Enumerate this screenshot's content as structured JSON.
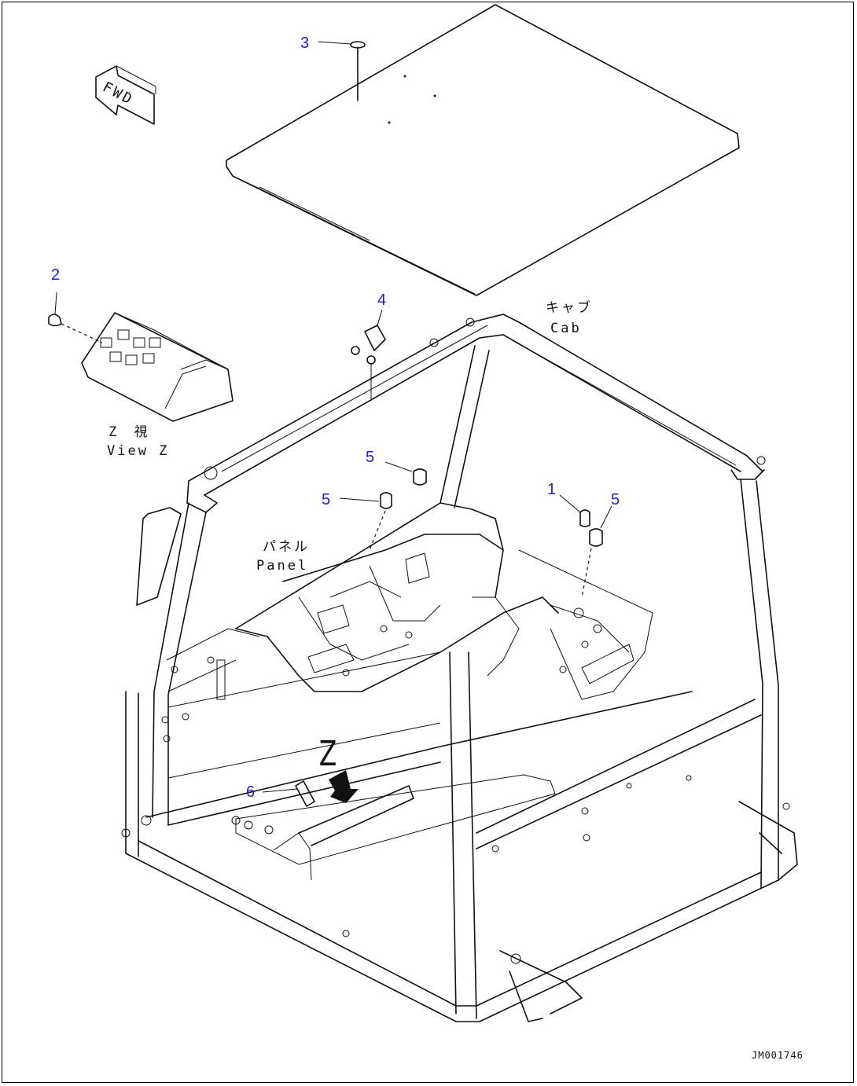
{
  "callouts": {
    "c1": "1",
    "c2": "2",
    "c3": "3",
    "c4": "4",
    "c5a": "5",
    "c5b": "5",
    "c5c": "5",
    "c6": "6"
  },
  "labels": {
    "fwd": "FWD",
    "cab_jp": "キャブ",
    "cab_en": "Cab",
    "panel_jp": "パネル",
    "panel_en": "Panel",
    "viewz_jp": "Z 視",
    "viewz_en": "View Z",
    "z_arrow": "Z"
  },
  "drawing_code": "JM001746",
  "colors": {
    "callout": "#1f1fd0",
    "line": "#111111",
    "background": "#ffffff"
  }
}
